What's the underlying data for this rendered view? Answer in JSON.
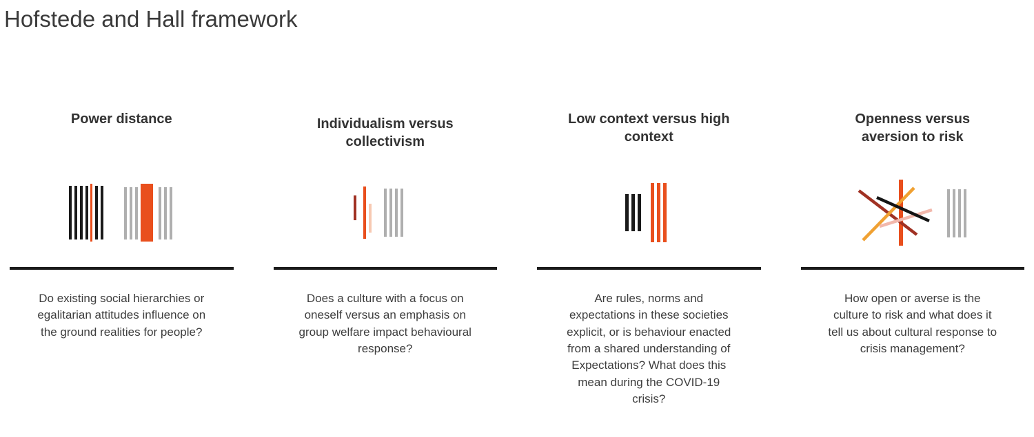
{
  "page": {
    "title": "Hofstede and Hall framework",
    "background": "#FFFFFF"
  },
  "colors": {
    "accent_orange": "#E94F1D",
    "dark_red": "#A03123",
    "peach": "#F7C9B2",
    "yellow_orange": "#F0A132",
    "pink": "#F2B8AC",
    "gray_bar": "#AFAFAF",
    "black_bar": "#1A1A1A",
    "divider": "#1B1B1B",
    "heading_text": "#333333",
    "body_text": "#3D3D3D"
  },
  "columns": [
    {
      "heading": "Power distance",
      "icon": "power-distance-bars-icon",
      "description": "Do existing social hierarchies or egalitarian attitudes influence on the ground realities for people?"
    },
    {
      "heading": "Individualism versus collectivism",
      "icon": "individualism-collectivism-bars-icon",
      "description": "Does a culture with a focus on oneself versus an emphasis on group welfare impact behavioural response?"
    },
    {
      "heading": "Low context versus high context",
      "icon": "low-high-context-bars-icon",
      "description": "Are rules, norms and expectations in these societies explicit, or is behaviour enacted from a shared understanding of Expectations? What does this mean during the COVID-19 crisis?"
    },
    {
      "heading": "Openness versus aversion to risk",
      "icon": "openness-risk-crossed-lines-icon",
      "description": "How open or averse is the culture to risk and what does it tell us about cultural response to crisis management?"
    }
  ]
}
